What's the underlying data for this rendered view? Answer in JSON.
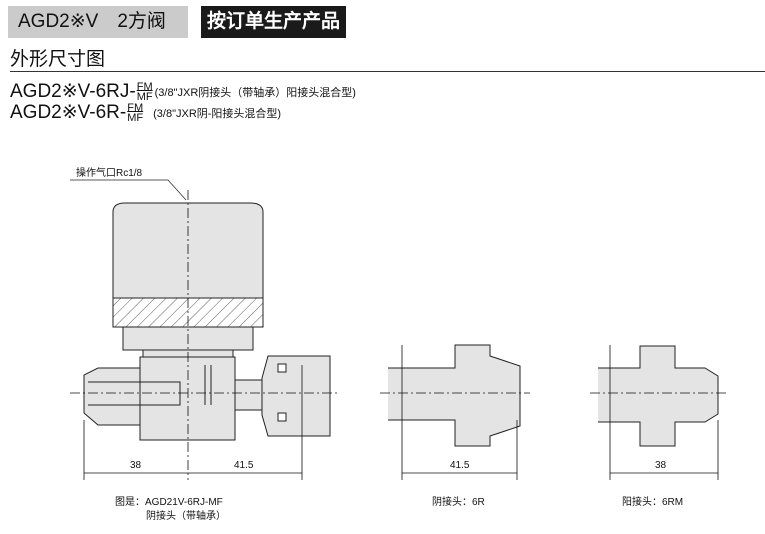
{
  "header": {
    "series": "AGD2※V　2方阀",
    "order_button": "按订单生产产品"
  },
  "section_title": "外形尺寸图",
  "models": [
    {
      "name": "AGD2※V-6RJ-",
      "sup": "FM",
      "sub": "MF",
      "note": "(3/8\"JXR阴接头（带轴承）阳接头混合型)"
    },
    {
      "name": "AGD2※V-6R-",
      "sup": "FM",
      "sub": "MF",
      "note": "(3/8\"JXR阴-阳接头混合型)"
    }
  ],
  "drawing": {
    "port_label": "操作气口Rc1/8",
    "dims": {
      "left_a": "38",
      "left_b": "41.5",
      "middle": "41.5",
      "right": "38"
    },
    "captions": {
      "main_line1": "图是：AGD21V-6RJ-MF",
      "main_line2": "阴接头（带轴承）",
      "middle": "阴接头：6R",
      "right": "阳接头：6RM"
    }
  }
}
